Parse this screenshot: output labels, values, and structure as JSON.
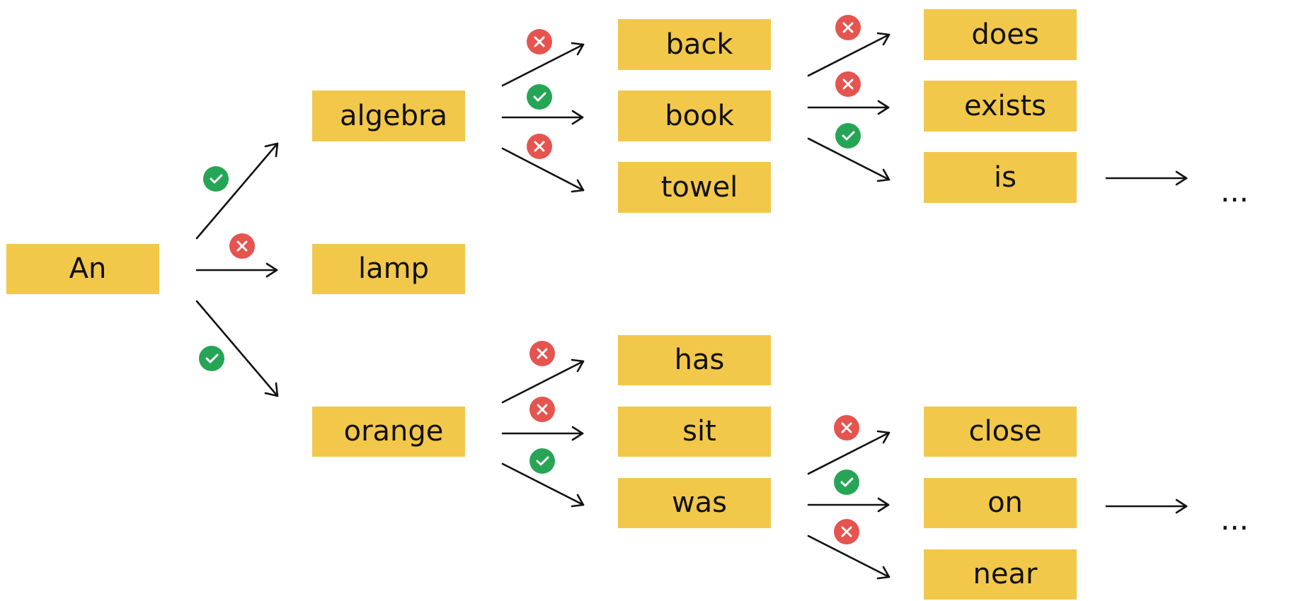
{
  "tree": {
    "root": {
      "label": "An"
    },
    "branches": [
      {
        "label": "algebra",
        "status": "accepted",
        "children": [
          {
            "label": "back",
            "status": "rejected"
          },
          {
            "label": "book",
            "status": "accepted",
            "children": [
              {
                "label": "does",
                "status": "rejected"
              },
              {
                "label": "exists",
                "status": "rejected"
              },
              {
                "label": "is",
                "status": "accepted",
                "continuation": "..."
              }
            ]
          },
          {
            "label": "towel",
            "status": "rejected"
          }
        ]
      },
      {
        "label": "lamp",
        "status": "rejected"
      },
      {
        "label": "orange",
        "status": "accepted",
        "children": [
          {
            "label": "has",
            "status": "rejected"
          },
          {
            "label": "sit",
            "status": "rejected"
          },
          {
            "label": "was",
            "status": "accepted",
            "children": [
              {
                "label": "close",
                "status": "rejected"
              },
              {
                "label": "on",
                "status": "accepted",
                "continuation": "..."
              },
              {
                "label": "near",
                "status": "rejected"
              }
            ]
          }
        ]
      }
    ]
  },
  "colors": {
    "box": "#F2C84B",
    "accepted": "#27A556",
    "rejected": "#E5544F",
    "stroke": "#111111"
  },
  "icons": {
    "accepted": "check-icon",
    "rejected": "cross-icon"
  }
}
